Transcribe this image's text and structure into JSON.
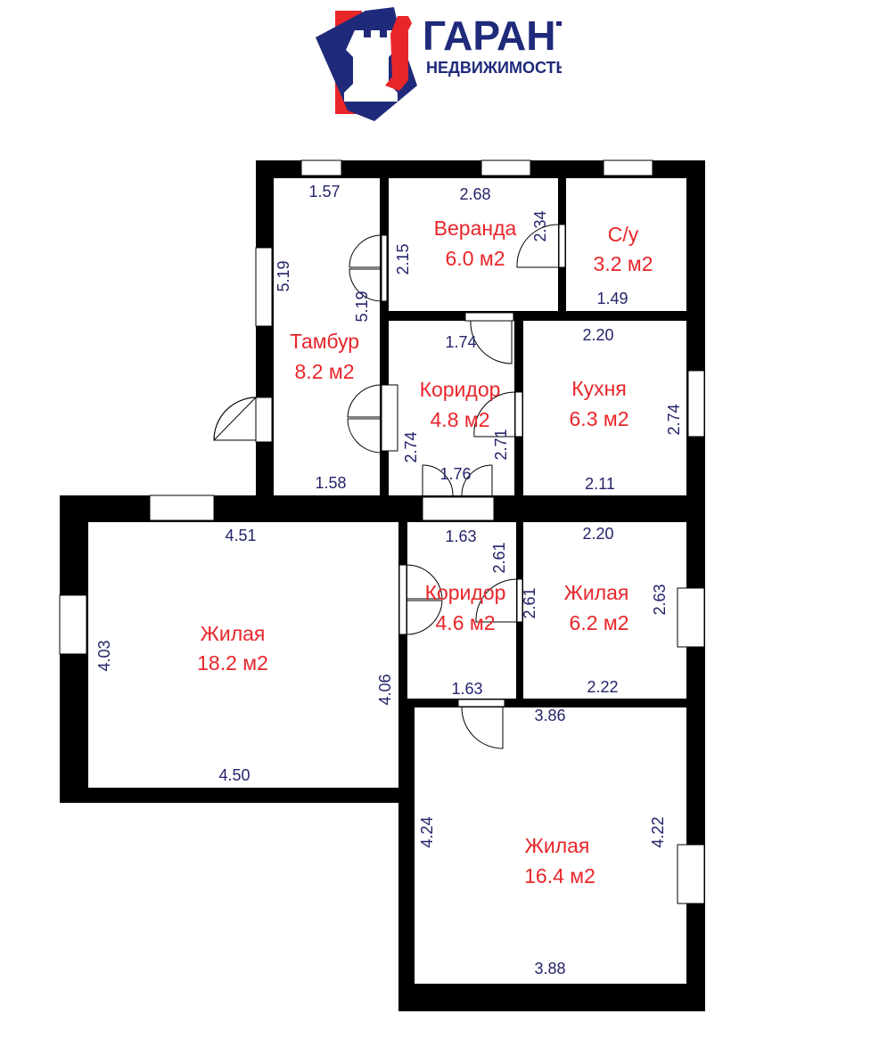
{
  "logo": {
    "title": "ГАРАНТ",
    "subtitle": "НЕДВИЖИМОСТЬ",
    "colors": {
      "blue": "#1f2a7a",
      "red": "#e8262a"
    }
  },
  "rooms": [
    {
      "id": "tambur",
      "name": "Тамбур",
      "area": "8.2 м2"
    },
    {
      "id": "veranda",
      "name": "Веранда",
      "area": "6.0 м2"
    },
    {
      "id": "wc",
      "name": "С/у",
      "area": "3.2 м2"
    },
    {
      "id": "corridor1",
      "name": "Коридор",
      "area": "4.8 м2"
    },
    {
      "id": "kitchen",
      "name": "Кухня",
      "area": "6.3 м2"
    },
    {
      "id": "living1",
      "name": "Жилая",
      "area": "18.2 м2"
    },
    {
      "id": "corridor2",
      "name": "Коридор",
      "area": "4.6 м2"
    },
    {
      "id": "living2",
      "name": "Жилая",
      "area": "6.2 м2"
    },
    {
      "id": "living3",
      "name": "Жилая",
      "area": "16.4 м2"
    }
  ],
  "dims": {
    "tambur_top": "1.57",
    "tambur_left": "5.19",
    "tambur_right": "5.19",
    "tambur_bottom": "1.58",
    "veranda_top": "2.68",
    "veranda_left": "2.15",
    "veranda_right": "2.34",
    "wc_bottom": "1.49",
    "corridor1_top": "1.74",
    "corridor1_left": "2.74",
    "corridor1_right": "2.71",
    "corridor1_bottom": "1.76",
    "kitchen_top": "2.20",
    "kitchen_right": "2.74",
    "kitchen_bottom": "2.11",
    "living1_top": "4.51",
    "living1_left": "4.03",
    "living1_right": "4.06",
    "living1_bottom": "4.50",
    "corridor2_top": "1.63",
    "corridor2_right": "2.61",
    "corridor2_bottom": "1.63",
    "living2_top": "2.20",
    "living2_left": "2.61",
    "living2_right": "2.63",
    "living2_bottom": "2.22",
    "living3_top": "3.86",
    "living3_left": "4.24",
    "living3_right": "4.22",
    "living3_bottom": "3.88"
  }
}
